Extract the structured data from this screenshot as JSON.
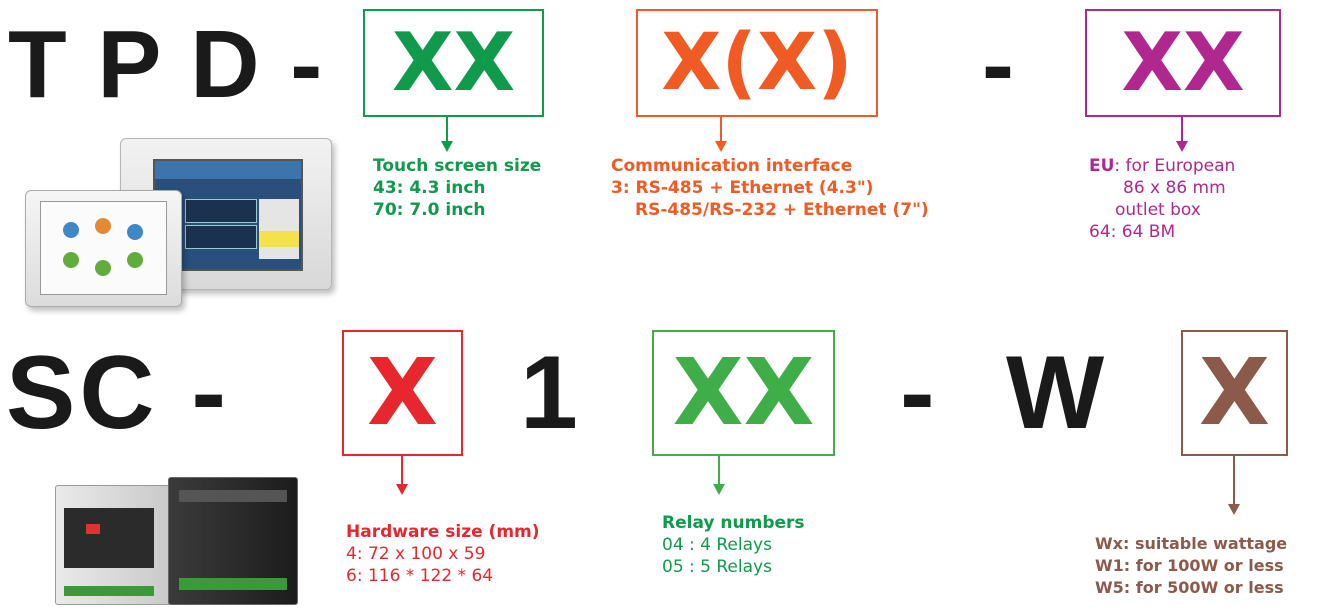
{
  "row1": {
    "prefix": "T P D -",
    "box1": {
      "code": "XX",
      "color": "#0f9a4c"
    },
    "box2": {
      "code": "X(X)",
      "color": "#f05a23"
    },
    "dash": "-",
    "box3": {
      "code": "XX",
      "color": "#b0278f"
    },
    "desc1": {
      "title": "Touch screen size",
      "lines": [
        "43: 4.3 inch",
        "70: 7.0 inch"
      ]
    },
    "desc2": {
      "title": "Communication interface",
      "lines": [
        "3: RS-485 + Ethernet (4.3\")",
        "RS-485/RS-232 + Ethernet (7\")"
      ]
    },
    "desc3": {
      "key": "EU",
      "key_rest": ": for European",
      "lines": [
        "86 x 86 mm",
        "outlet box",
        "64: 64 BM"
      ]
    }
  },
  "row2": {
    "prefix": "SC -",
    "box1": {
      "code": "X",
      "color": "#e8262e"
    },
    "one": "1",
    "box2": {
      "code": "XX",
      "color": "#3fae49"
    },
    "dash": "-",
    "w": "W",
    "box3": {
      "code": "X",
      "color": "#8b5a4a"
    },
    "desc1": {
      "title": "Hardware size (mm)",
      "lines": [
        "4: 72 x 100 x 59",
        "6: 116 * 122 * 64"
      ]
    },
    "desc2": {
      "title": "Relay numbers",
      "lines": [
        "04 : 4 Relays",
        "05 : 5 Relays"
      ]
    },
    "desc3": {
      "lines": [
        "Wx: suitable wattage",
        "W1: for 100W or less",
        "W5: for 500W or less"
      ]
    }
  },
  "colors": {
    "black": "#1a1a1a",
    "green_dark": "#0f9a4c",
    "orange": "#f05a23",
    "magenta": "#b0278f",
    "red": "#e8262e",
    "green": "#3fae49",
    "brown": "#8b5a4a"
  }
}
